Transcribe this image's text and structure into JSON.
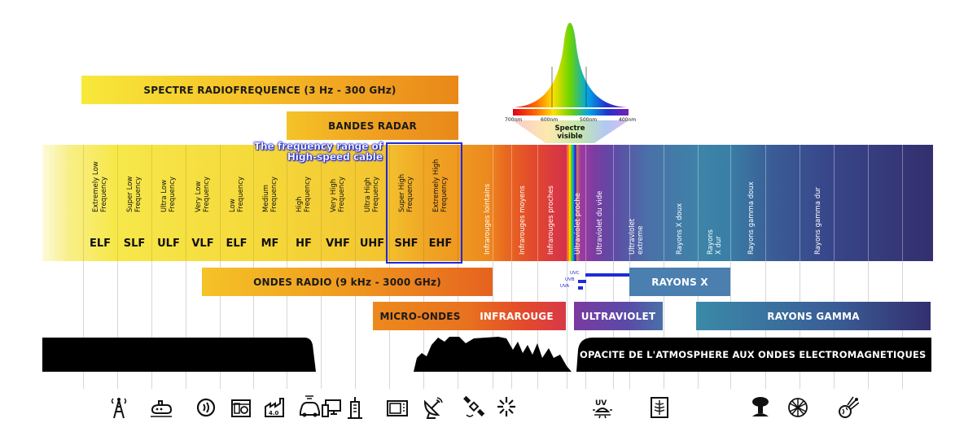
{
  "visible_spectrum": {
    "labels": [
      "700nm",
      "600nm",
      "500nm",
      "400nm"
    ],
    "title": "Spectre visible"
  },
  "bars": {
    "radio_spectrum": "SPECTRE RADIOFREQUENCE (3 Hz - 300 GHz)",
    "radar_bands": "BANDES RADAR",
    "radio_waves": "ONDES RADIO (9 kHz - 3000 GHz)",
    "x_rays": "RAYONS X",
    "microwaves": "MICRO-ONDES",
    "infrared": "INFRAROUGE",
    "ultraviolet": "ULTRAVIOLET",
    "gamma_rays": "RAYONS GAMMA",
    "opacity": "OPACITE DE L'ATMOSPHERE AUX ONDES ELECTROMAGNETIQUES"
  },
  "highlight": {
    "line1": "The frequency range of",
    "line2": "High-speed cable"
  },
  "uv_labels": [
    "UVC",
    "UVB",
    "UVA"
  ],
  "bands": [
    {
      "full": "Extremely Low\nFrequency",
      "abbr": "ELF"
    },
    {
      "full": "Super Low\nFrequency",
      "abbr": "SLF"
    },
    {
      "full": "Ultra Low\nFrequency",
      "abbr": "ULF"
    },
    {
      "full": "Very Low\nFrequency",
      "abbr": "VLF"
    },
    {
      "full": "Low\nFrequency",
      "abbr": "ELF"
    },
    {
      "full": "Medium\nFrequency",
      "abbr": "MF"
    },
    {
      "full": "High\nFrequency",
      "abbr": "HF"
    },
    {
      "full": "Very High\nFrequency",
      "abbr": "VHF"
    },
    {
      "full": "Ultra High\nFrequency",
      "abbr": "UHF"
    },
    {
      "full": "Super High\nFrequency",
      "abbr": "SHF"
    },
    {
      "full": "Extremely High\nFrequency",
      "abbr": "EHF"
    }
  ],
  "regions": [
    "Infrarouges lointains",
    "Infrarouges moyens",
    "Infrarouges proches",
    "Ultraviolet proche",
    "Ultraviolet du vide",
    "Ultraviolet\nextreme",
    "Rayons X doux",
    "Rayons\nX dur",
    "Rayons gamma doux",
    "Rayons gamma dur"
  ],
  "icons": [
    "radio-tower-icon",
    "submarine-icon",
    "rfid-icon",
    "appliances-icon",
    "factory-icon",
    "car-icon",
    "computer-icon",
    "building-icon",
    "microwave-oven-icon",
    "satellite-dish-icon",
    "satellite-icon",
    "infrared-icon",
    "uv-lamp-icon",
    "xray-icon",
    "nuclear-explosion-icon",
    "atom-icon",
    "comet-icon"
  ]
}
